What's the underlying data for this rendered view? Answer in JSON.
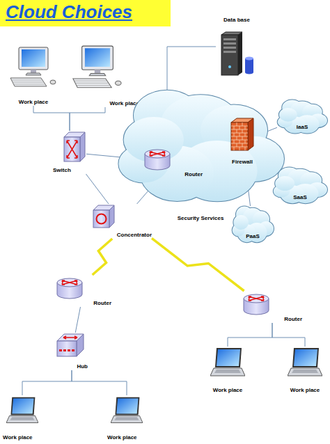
{
  "diagram": {
    "title": "Cloud Choices",
    "nodes": [
      {
        "text": [
          "Data base"
        ]
      },
      {
        "text": [
          "Work place"
        ]
      },
      {
        "text": [
          "Work place"
        ]
      },
      {
        "text": [
          "Security Services"
        ]
      },
      {
        "text": [
          "Router"
        ],
        "in": 3
      },
      {
        "text": [
          "Firewall"
        ],
        "in": 3
      },
      {
        "text": [
          "IaaS"
        ]
      },
      {
        "text": [
          "SaaS"
        ]
      },
      {
        "text": [
          "PaaS"
        ]
      },
      {
        "text": [
          "Switch"
        ]
      },
      {
        "text": [
          "Concentrator"
        ]
      },
      {
        "text": [
          "Router"
        ]
      },
      {
        "text": [
          "Hub"
        ]
      },
      {
        "text": [
          "Work place"
        ]
      },
      {
        "text": [
          "Work place"
        ]
      },
      {
        "text": [
          "Router"
        ]
      },
      {
        "text": [
          "Work place"
        ]
      },
      {
        "text": [
          "Work place"
        ]
      }
    ],
    "edges": [
      {
        "from": 0,
        "to": 3,
        "arrow": "none"
      },
      {
        "from": 1,
        "to": 9,
        "arrow": "none"
      },
      {
        "from": 2,
        "to": 9,
        "arrow": "none"
      },
      {
        "from": 9,
        "to": 4,
        "arrow": "none"
      },
      {
        "from": 9,
        "to": 10,
        "arrow": "none"
      },
      {
        "from": 10,
        "to": 4,
        "arrow": "none"
      },
      {
        "from": 4,
        "to": 5,
        "arrow": "none"
      },
      {
        "from": 5,
        "to": 6,
        "arrow": "none"
      },
      {
        "from": 5,
        "to": 7,
        "arrow": "none"
      },
      {
        "from": 5,
        "to": 8,
        "arrow": "none"
      },
      {
        "from": 10,
        "to": 11,
        "arrow": "none"
      },
      {
        "from": 10,
        "to": 15,
        "arrow": "none"
      },
      {
        "from": 11,
        "to": 12,
        "arrow": "none"
      },
      {
        "from": 12,
        "to": 13,
        "arrow": "none"
      },
      {
        "from": 12,
        "to": 14,
        "arrow": "none"
      },
      {
        "from": 15,
        "to": 16,
        "arrow": "none"
      },
      {
        "from": 15,
        "to": 17,
        "arrow": "none"
      }
    ]
  }
}
